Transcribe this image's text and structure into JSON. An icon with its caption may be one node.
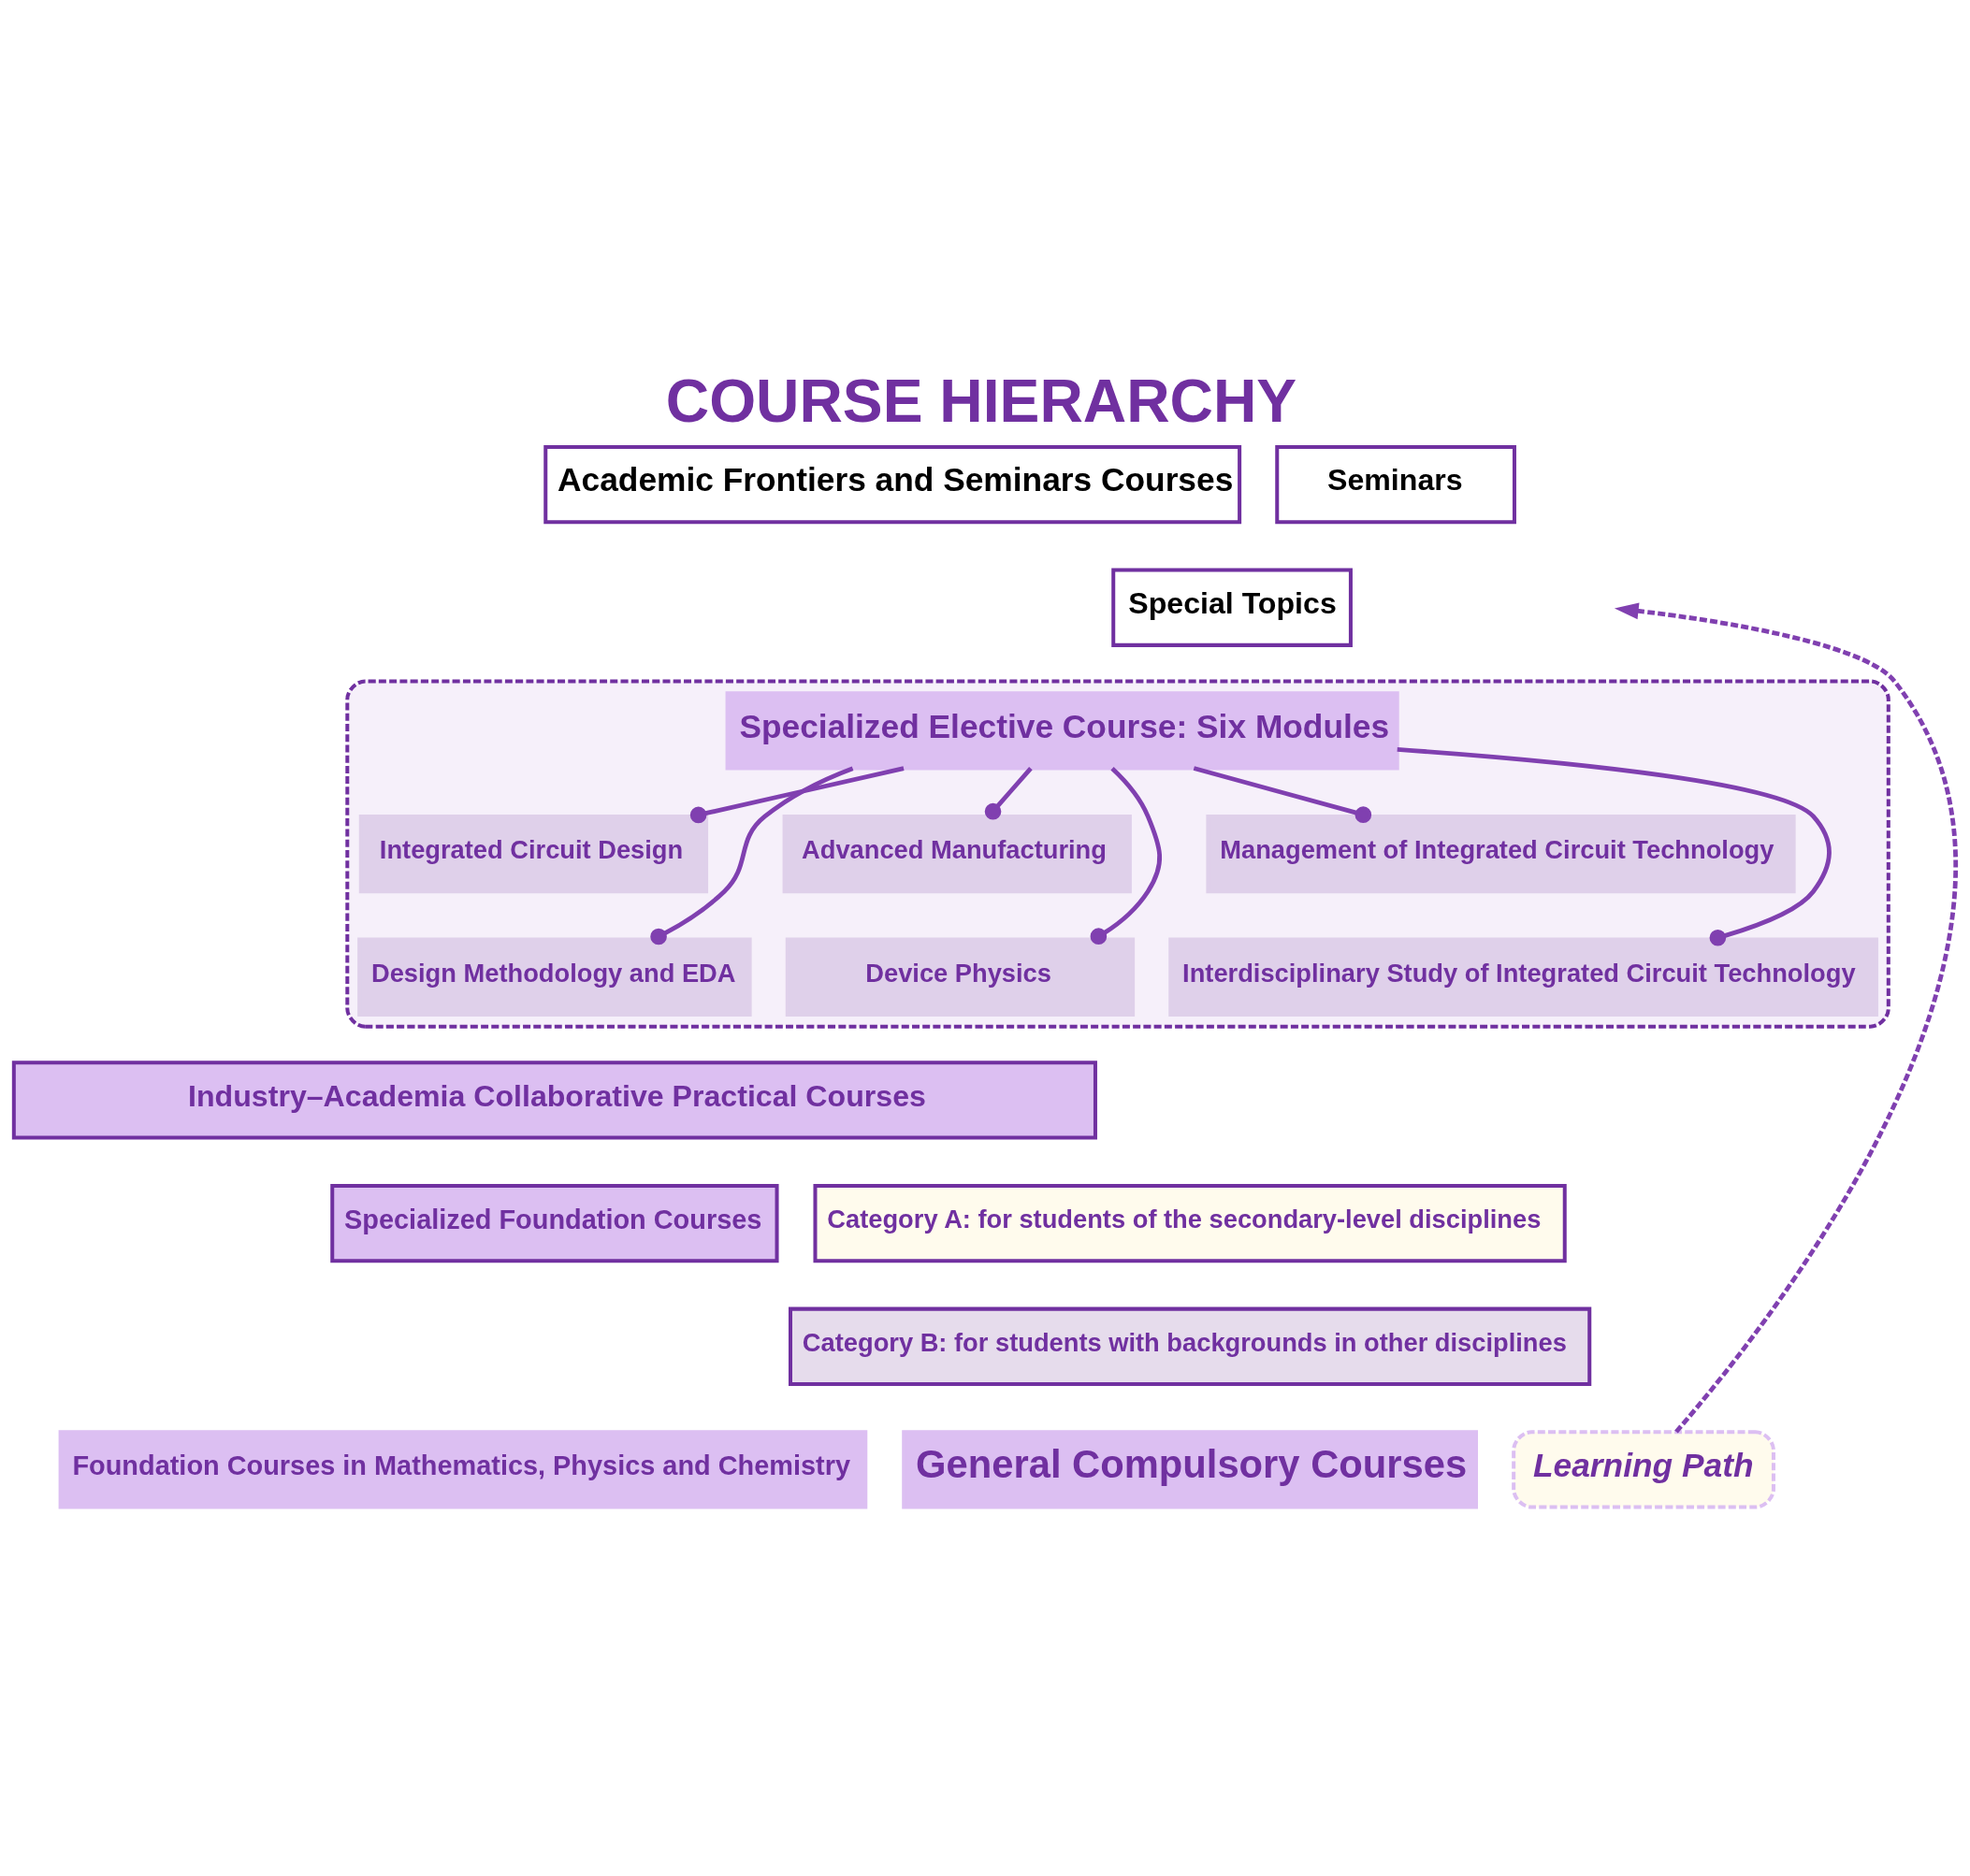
{
  "diagram": {
    "title": "COURSE HIERARCHY",
    "nodes": [
      {
        "text": [
          "Academic Frontiers and Seminars Courses"
        ]
      },
      {
        "text": [
          "Seminars"
        ]
      },
      {
        "text": [
          "Special Topics"
        ]
      },
      {
        "text": [],
        "shape": "box"
      },
      {
        "text": [
          "Specialized Elective Course: Six Modules"
        ],
        "in": 3
      },
      {
        "text": [
          "Integrated Circuit Design"
        ],
        "in": 3
      },
      {
        "text": [
          "Design Methodology and EDA"
        ],
        "in": 3
      },
      {
        "text": [
          "Advanced Manufacturing"
        ],
        "in": 3
      },
      {
        "text": [
          "Device Physics"
        ],
        "in": 3
      },
      {
        "text": [
          "Management of Integrated Circuit Technology"
        ],
        "in": 3
      },
      {
        "text": [
          "Interdisciplinary Study of Integrated Circuit Technology"
        ],
        "in": 3
      },
      {
        "text": [
          "Industry–Academia Collaborative Practical Courses"
        ]
      },
      {
        "text": [
          "Specialized Foundation Courses"
        ]
      },
      {
        "text": [
          "Category A: for students of the secondary-level disciplines"
        ]
      },
      {
        "text": [
          "Category B: for students with backgrounds in other disciplines"
        ]
      },
      {
        "text": [
          "Foundation Courses in Mathematics, Physics and Chemistry"
        ]
      },
      {
        "text": [
          "General Compulsory Courses"
        ]
      },
      {
        "text": [
          "Learning Path"
        ]
      }
    ],
    "edges": [
      {
        "from": 4,
        "to": 5,
        "arrow": "other"
      },
      {
        "from": 4,
        "to": 6,
        "arrow": "other"
      },
      {
        "from": 4,
        "to": 7,
        "arrow": "other"
      },
      {
        "from": 4,
        "to": 8,
        "arrow": "other"
      },
      {
        "from": 4,
        "to": 9,
        "arrow": "other"
      },
      {
        "from": 4,
        "to": 10,
        "arrow": "other"
      },
      {
        "from": 17,
        "to": null,
        "arrow": "to",
        "style": "dashed"
      }
    ]
  }
}
